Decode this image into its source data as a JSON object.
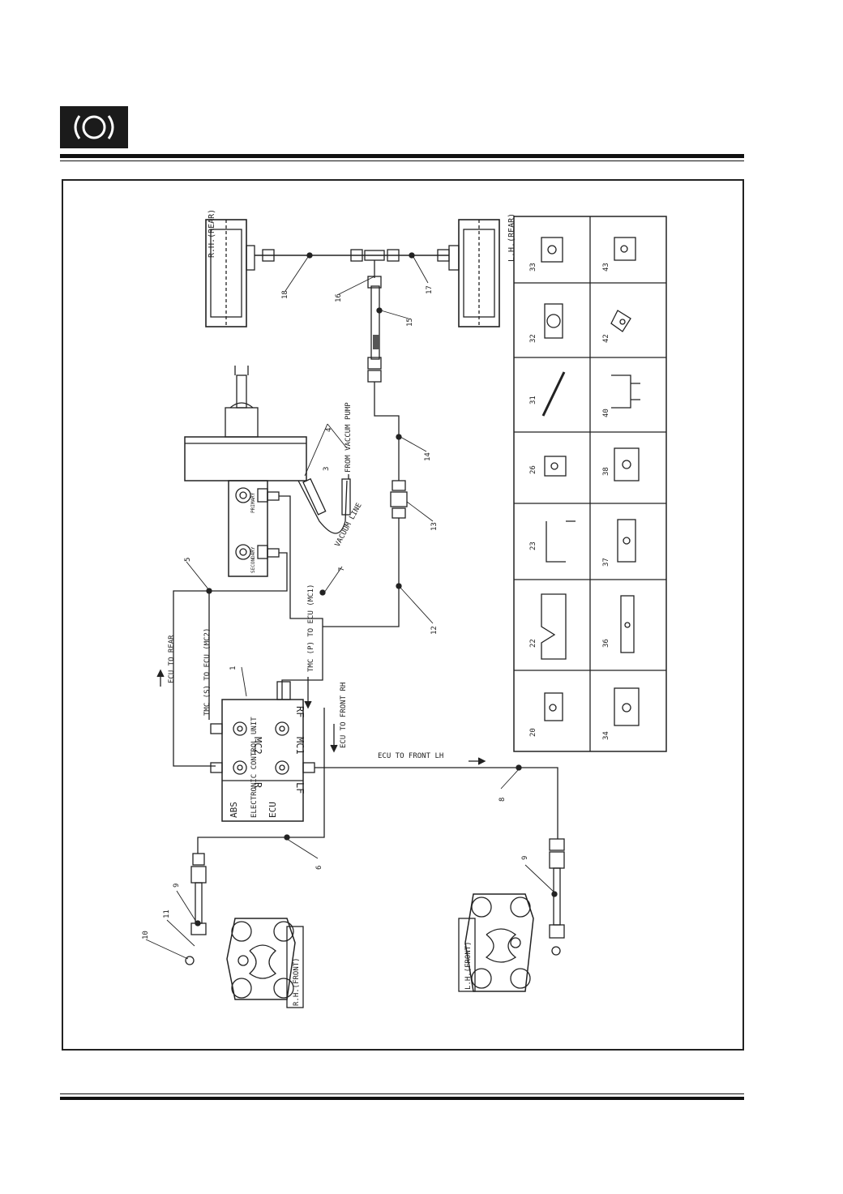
{
  "header": {
    "logo_icon": "brake-disc-icon"
  },
  "diagram": {
    "wheels": {
      "rh_rear": "R.H.(REAR)",
      "lh_rear": "L.H.(REAR)",
      "rh_front": "R.H.(FRONT)",
      "lh_front": "L.H.(FRONT)"
    },
    "ecu": {
      "line1": "ABS",
      "line2": "ELECTRONIC CONTROL UNIT",
      "line3": "ECU",
      "port_r": "R",
      "port_mc2": "MC2",
      "port_lf": "LF",
      "port_mc1": "MC1",
      "port_rf": "RF"
    },
    "master_cylinder": {
      "primary": "PRIMARY",
      "secondary": "SECONDARY"
    },
    "line_labels": {
      "ecu_to_rear": "ECU TO REAR",
      "tmc_s": "TMC (S) TO ECU (MC2)",
      "tmc_p": "TMC (P) TO ECU (MC1)",
      "ecu_front_rh": "ECU TO FRONT RH",
      "ecu_front_lh": "ECU TO FRONT LH",
      "vacuum_line": "VACUUM LINE",
      "from_vacuum_pump": "FROM VACCUM PUMP"
    },
    "callouts": [
      "1",
      "3",
      "4",
      "5",
      "6",
      "7",
      "8",
      "9",
      "9",
      "10",
      "11",
      "12",
      "13",
      "14",
      "15",
      "16",
      "17",
      "18"
    ],
    "parts_table": {
      "row1": [
        "33",
        "32",
        "31",
        "26",
        "23",
        "22",
        "20"
      ],
      "row2": [
        "43",
        "42",
        "40",
        "38",
        "37",
        "36",
        "34"
      ]
    }
  }
}
